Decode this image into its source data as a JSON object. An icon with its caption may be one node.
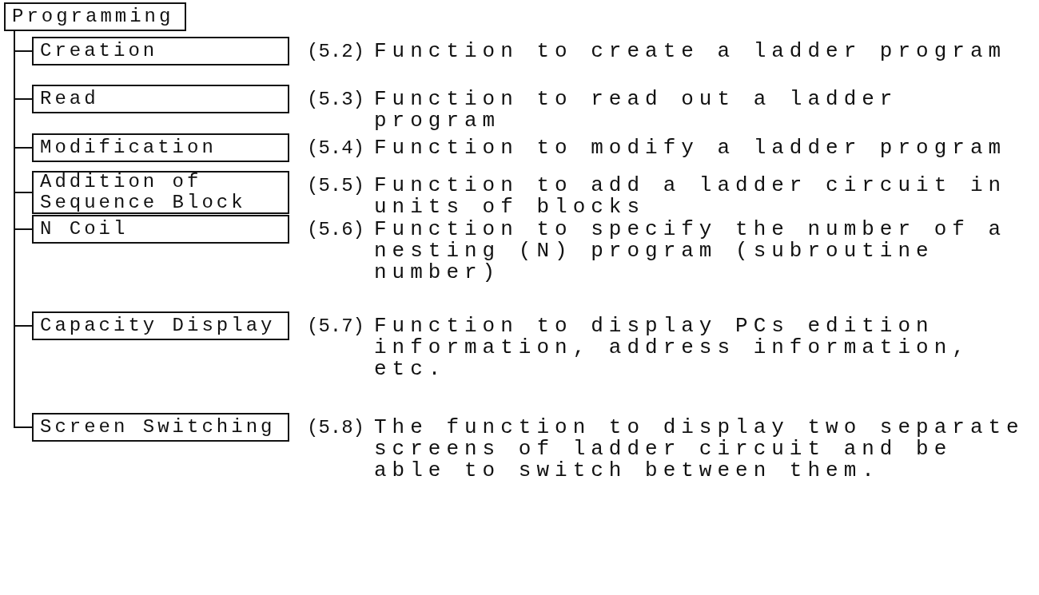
{
  "diagram": {
    "nodes": [
      {
        "text": [
          "Programming"
        ]
      },
      {
        "text": [
          "Creation"
        ],
        "beside": [
          "(5.2)",
          "Function to create a ladder program"
        ]
      },
      {
        "text": [
          "Read"
        ],
        "beside": [
          "(5.3)",
          "Function to read out a ladder program"
        ]
      },
      {
        "text": [
          "Modification"
        ],
        "beside": [
          "(5.4)",
          "Function to modify a ladder program"
        ]
      },
      {
        "text": [
          "Addition of Sequence Block"
        ],
        "beside": [
          "(5.5)",
          "Function to add a ladder circuit in units of blocks"
        ]
      },
      {
        "text": [
          "N Coil"
        ],
        "beside": [
          "(5.6)",
          "Function to specify the number of a nesting (N) program (subroutine number)"
        ]
      },
      {
        "text": [
          "Capacity Display"
        ],
        "beside": [
          "(5.7)",
          "Function to display PCs edition information, address information, etc."
        ]
      },
      {
        "text": [
          "Screen Switching"
        ],
        "beside": [
          "(5.8)",
          "The function to display two separate screens of ladder circuit and be able to switch between them."
        ]
      }
    ],
    "edges": [
      {
        "from": 0,
        "to": 1,
        "arrow": "none"
      },
      {
        "from": 0,
        "to": 2,
        "arrow": "none"
      },
      {
        "from": 0,
        "to": 3,
        "arrow": "none"
      },
      {
        "from": 0,
        "to": 4,
        "arrow": "none"
      },
      {
        "from": 0,
        "to": 5,
        "arrow": "none"
      },
      {
        "from": 0,
        "to": 6,
        "arrow": "none"
      },
      {
        "from": 0,
        "to": 7,
        "arrow": "none"
      }
    ]
  }
}
